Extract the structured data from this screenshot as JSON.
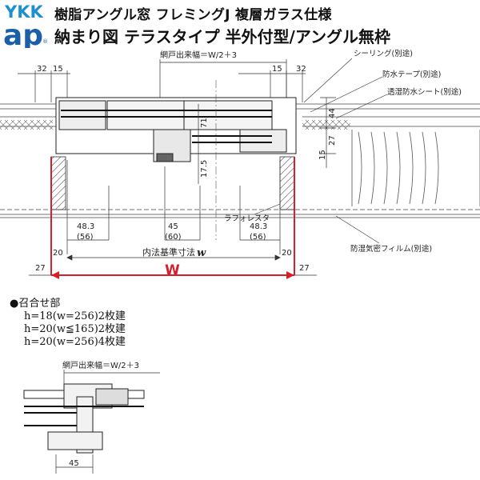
{
  "brand": {
    "line1": "YKK",
    "line2": "ap",
    "registered": "®",
    "colors": {
      "blue": "#1e8fd0",
      "dark_blue": "#1a5fa8"
    }
  },
  "header": {
    "title_line1": "樹脂アングル窓 フレミングJ 複層ガラス仕様",
    "title_line2": "納まり図 テラスタイプ 半外付型/アングル無枠"
  },
  "diagram": {
    "top_dimension": "網戸出来幅＝W/2＋3",
    "dims": {
      "d32_left": "32",
      "d15_left": "15",
      "d15_right": "15",
      "d32_right": "32",
      "d44": "44",
      "d27_v": "27",
      "d15_v": "15",
      "d71": "71",
      "d17_5": "17.5",
      "d48_3_left": "48.3",
      "d56_left": "(56)",
      "d45": "45",
      "d60": "(60)",
      "d48_3_right": "48.3",
      "d56_right": "(56)",
      "d20_left": "20",
      "d20_right": "20",
      "d27_left": "27",
      "d27_right": "27"
    },
    "inner_standard": "内法基準寸法",
    "inner_symbol": "w",
    "W": "W",
    "labels": {
      "sealing": "シーリング(別途)",
      "waterproof_tape": "防水テープ(別途)",
      "moisture_sheet": "透湿防水シート(別途)",
      "lath": "ラフォレスタ",
      "vapor_film": "防湿気密フィルム(別途)"
    }
  },
  "meeting": {
    "heading": "●召合せ部",
    "rows": [
      "h=18(w=256)2枚建",
      "h=20(w≦165)2枚建",
      "h=20(w=256)4枚建"
    ]
  },
  "detail": {
    "top_dimension": "網戸出来幅＝W/2＋3",
    "bottom_dimension": "45"
  }
}
